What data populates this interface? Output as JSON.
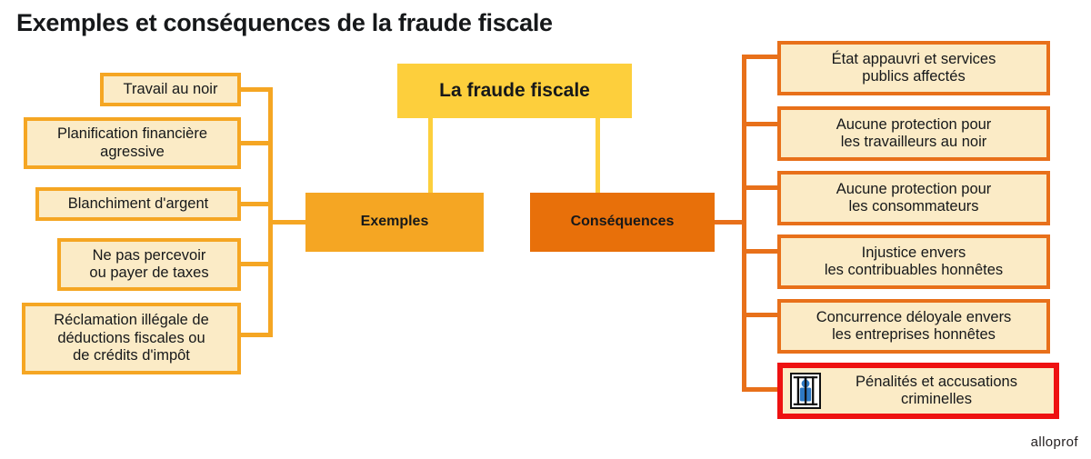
{
  "title": "Exemples et conséquences de la fraude fiscale",
  "brand": "alloprof",
  "colors": {
    "root_fill": "#FDCF3C",
    "examples_fill": "#F5A623",
    "consequences_fill": "#E8700A",
    "leaf_fill": "#FBEBC6",
    "leaf_border_left": "#F5A623",
    "leaf_border_right": "#E8701A",
    "alert_border": "#EE1111",
    "icon_person": "#2E79C4",
    "text": "#16181A",
    "background": "#FFFFFF"
  },
  "root": {
    "label": "La fraude fiscale"
  },
  "branches": {
    "examples": {
      "label": "Exemples"
    },
    "consequences": {
      "label": "Conséquences"
    }
  },
  "examples_items": [
    {
      "line1": "Travail au noir",
      "line2": "",
      "line3": ""
    },
    {
      "line1": "Planification financière",
      "line2": "agressive",
      "line3": ""
    },
    {
      "line1": "Blanchiment d'argent",
      "line2": "",
      "line3": ""
    },
    {
      "line1": "Ne pas percevoir",
      "line2": "ou payer de taxes",
      "line3": ""
    },
    {
      "line1": "Réclamation illégale de",
      "line2": "déductions fiscales ou",
      "line3": "de crédits d'impôt"
    }
  ],
  "consequences_items": [
    {
      "line1": "État appauvri et services",
      "line2": "publics affectés",
      "icon": ""
    },
    {
      "line1": "Aucune protection pour",
      "line2": "les travailleurs au noir",
      "icon": ""
    },
    {
      "line1": "Aucune protection pour",
      "line2": "les consommateurs",
      "icon": ""
    },
    {
      "line1": "Injustice envers",
      "line2": "les contribuables honnêtes",
      "icon": ""
    },
    {
      "line1": "Concurrence déloyale envers",
      "line2": "les entreprises honnêtes",
      "icon": ""
    },
    {
      "line1": "Pénalités et accusations",
      "line2": "criminelles",
      "icon": "prison-icon"
    }
  ]
}
